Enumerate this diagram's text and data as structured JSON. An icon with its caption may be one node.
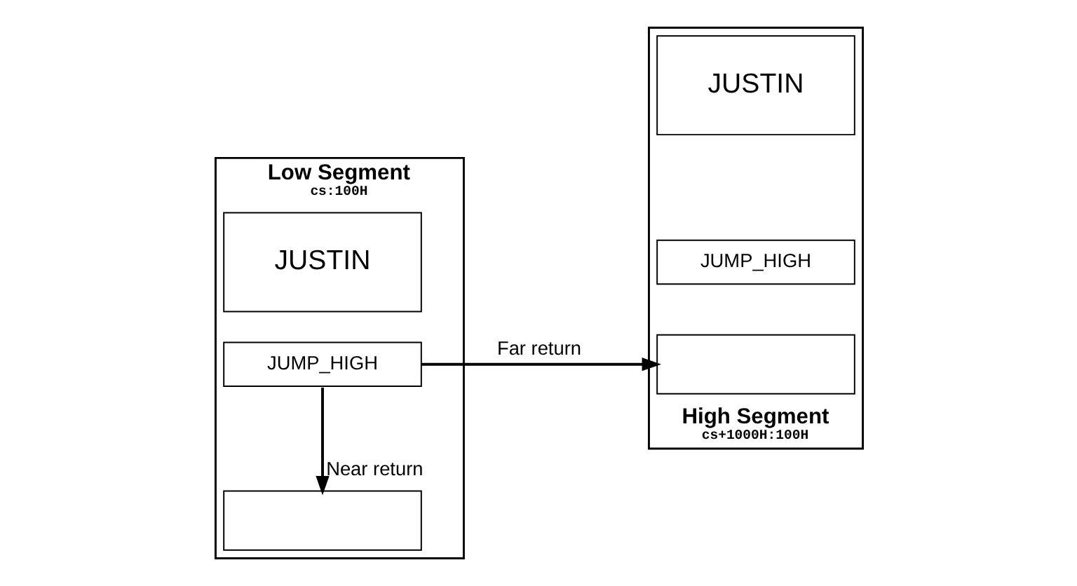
{
  "diagram": {
    "nodes": [
      {
        "text": [
          "Low Segment"
        ],
        "beside": [
          "cs:100H"
        ]
      },
      {
        "text": [
          "JUSTIN"
        ],
        "in": 0
      },
      {
        "text": [
          "JUMP_HIGH"
        ],
        "in": 0
      },
      {
        "text": [],
        "shape": "box",
        "in": 0
      },
      {
        "text": [
          "High Segment"
        ],
        "beside": [
          "cs+1000H:100H"
        ]
      },
      {
        "text": [
          "JUSTIN"
        ],
        "in": 4
      },
      {
        "text": [
          "JUMP_HIGH"
        ],
        "in": 4
      },
      {
        "text": [],
        "shape": "box",
        "in": 4
      }
    ],
    "edges": [
      {
        "from": 2,
        "to": 7,
        "label": "Far return",
        "arrow": "to"
      },
      {
        "from": 2,
        "to": 3,
        "label": "Near return",
        "arrow": "to"
      }
    ]
  }
}
